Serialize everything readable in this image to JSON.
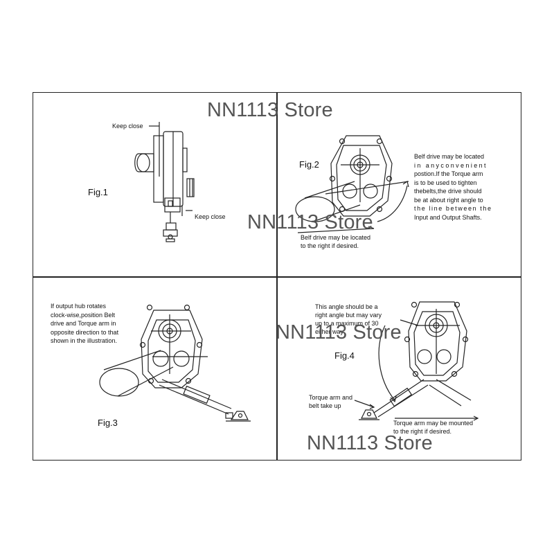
{
  "watermark": "NN1113 Store",
  "fig1": {
    "title": "Fig.1",
    "keep_close_top": "Keep close",
    "keep_close_bottom": "Keep close"
  },
  "fig2": {
    "title": "Fig.2",
    "note_lines": [
      "Belf drive may be located",
      "in anyconvenient",
      "postion.If the Torque arm",
      "is to be used to tighten",
      "thebelts,the drive should",
      "be at about right angle to",
      "the line between the",
      "Input and Output Shafts."
    ],
    "bottom_note_lines": [
      "Belf drive may be located",
      "to the right if desired."
    ]
  },
  "fig3": {
    "title": "Fig.3",
    "note_lines": [
      "If output hub rotates",
      "clock-wise,position Belt",
      "drive and Torque arm in",
      "opposite direction to that",
      "shown in the illustration."
    ]
  },
  "fig4": {
    "title": "Fig.4",
    "angle_note_lines": [
      "This angle should be a",
      "right angle but may vary",
      "up to a maximum of 30",
      "either way"
    ],
    "torque_arm_label_lines": [
      "Torque arm and",
      "belt take up"
    ],
    "mount_note_lines": [
      "Torque arm may be mounted",
      "to the right if desired."
    ]
  }
}
